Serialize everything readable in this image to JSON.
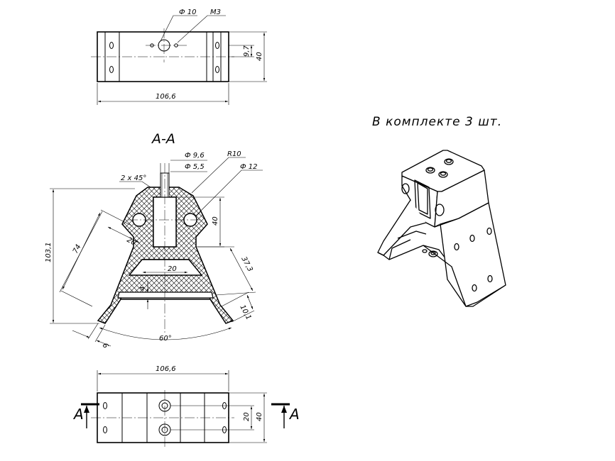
{
  "note": "В комплекте 3 шт.",
  "section_title": "А-А",
  "section_marker_left": "А",
  "section_marker_right": "А",
  "top_view": {
    "diameter_hole": "Ф 10",
    "thread": "М3",
    "width": "106,6",
    "offset": "9,7",
    "height": "40"
  },
  "section_view": {
    "d_small": "Ф 9,6",
    "d_thread": "Ф 5,5",
    "radius": "R10",
    "d_large": "Ф 12",
    "chamfer": "2 х 45°",
    "total_height": "103,1",
    "slant_length": "74",
    "inner_20": "20",
    "box_height": "40",
    "gap_20": "20",
    "leg_37": "37,3",
    "wall_4": "4",
    "foot_10": "10,1",
    "angle": "60°",
    "foot_6": "6"
  },
  "bottom_view": {
    "width": "106,6",
    "hole_spacing": "20",
    "height": "40"
  }
}
